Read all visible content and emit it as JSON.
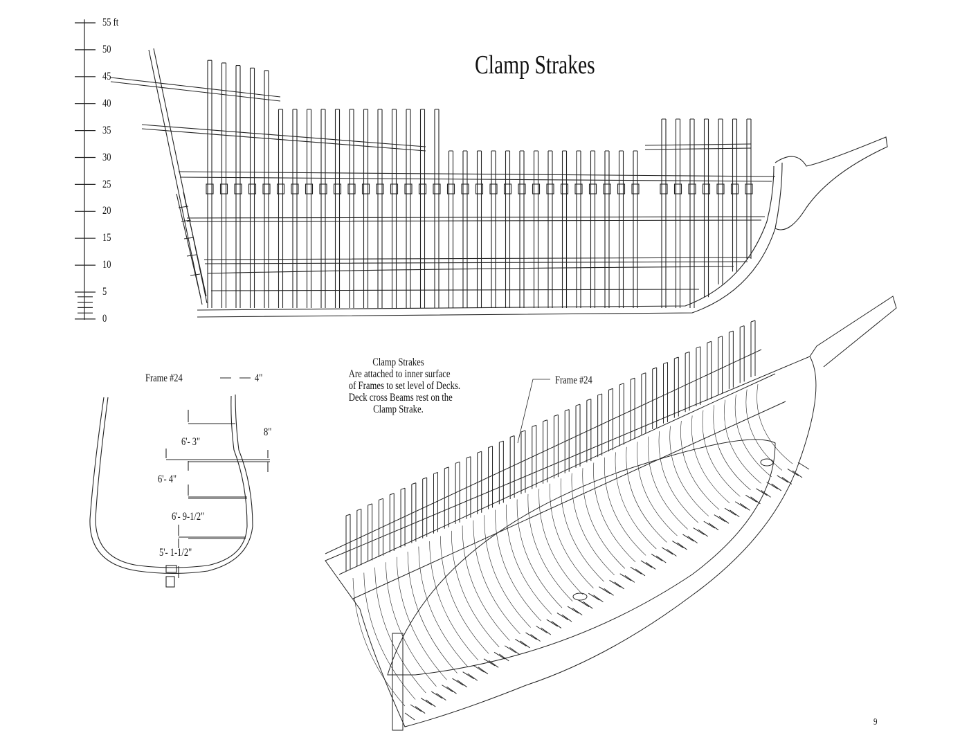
{
  "title": "Clamp Strakes",
  "scale": {
    "unit_label": "55 ft",
    "labels": [
      "50",
      "45",
      "40",
      "35",
      "30",
      "25",
      "20",
      "15",
      "10",
      "5",
      "0"
    ]
  },
  "frame_section": {
    "label": "Frame #24",
    "thickness": "4\"",
    "clamp_size": "8\"",
    "dimensions": [
      "6'- 3\"",
      "6'- 4\"",
      "6'- 9-1/2\"",
      "5'- 1-1/2\""
    ]
  },
  "note": {
    "lines": [
      "Clamp Strakes",
      "Are attached to inner surface",
      "of Frames to set level of Decks.",
      "Deck cross Beams rest on the",
      "Clamp Strake."
    ]
  },
  "iso_view": {
    "frame_label": "Frame #24"
  },
  "page_number": "9"
}
